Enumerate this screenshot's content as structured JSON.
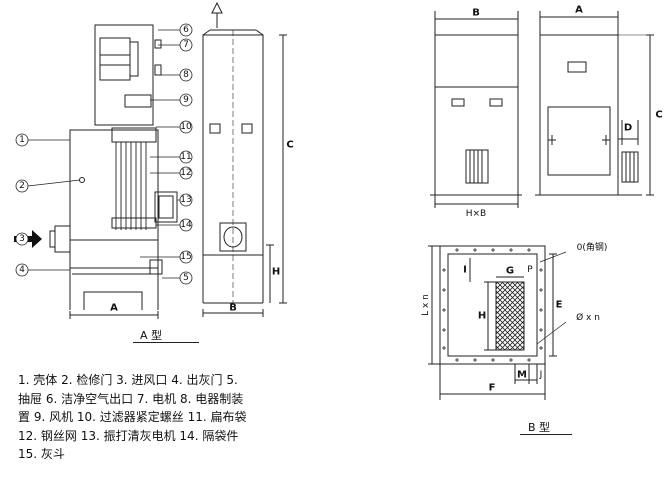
{
  "type_a": {
    "caption": "A 型",
    "callouts": [
      "1",
      "2",
      "3",
      "4",
      "5",
      "6",
      "7",
      "8",
      "9",
      "10",
      "11",
      "12",
      "13",
      "14",
      "15"
    ],
    "dims": {
      "A": "A",
      "B": "B",
      "C": "C",
      "H": "H"
    }
  },
  "views_right": {
    "dims": {
      "B": "B",
      "A": "A",
      "C": "C",
      "D": "D",
      "HxB": "H×B"
    }
  },
  "type_b": {
    "caption": "B 型",
    "dims": {
      "LxN": "L x n",
      "F": "F",
      "E": "E",
      "G": "G",
      "H": "H",
      "I": "I",
      "M": "M",
      "J": "J",
      "P": "P",
      "phi": "Ø x n",
      "angle_steel": "0(角钢)"
    }
  },
  "legend": {
    "lines": [
      "1. 壳体  2. 检修门  3. 进风口  4. 出灰门  5.",
      "抽屉  6. 洁净空气出口  7. 电机  8. 电器制装",
      "置  9. 风机  10. 过滤器紧定螺丝  11. 扁布袋",
      "12. 钢丝网  13. 振打清灰电机  14. 隔袋件",
      "15. 灰斗"
    ]
  }
}
